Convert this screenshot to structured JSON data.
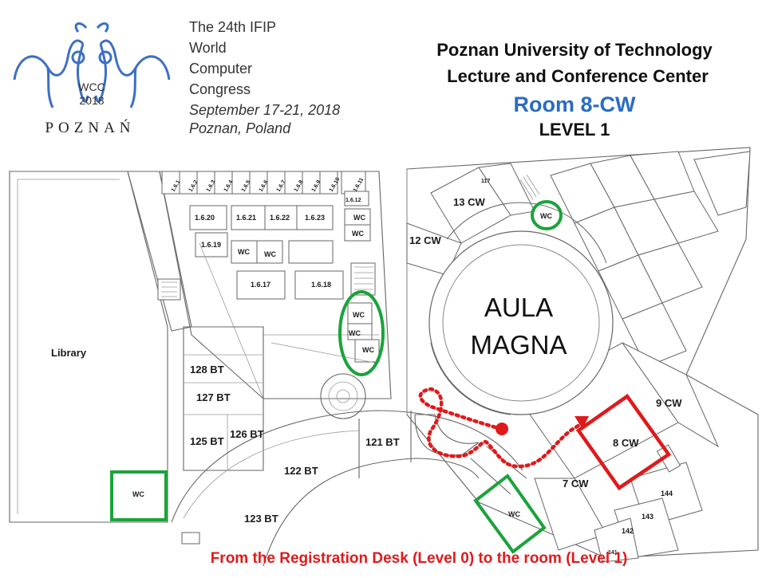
{
  "event": {
    "logo_wordmark": "WCC",
    "logo_year": "2018",
    "logo_city": "POZNAŃ",
    "lines": [
      "The 24th IFIP",
      "World",
      "Computer",
      "Congress",
      "September 17-21, 2018",
      "Poznan, Poland"
    ]
  },
  "venue": {
    "line1": "Poznan University of Technology",
    "line2": "Lecture and Conference Center",
    "room": "Room 8-CW",
    "level": "LEVEL 1"
  },
  "rooms": {
    "library": "Library",
    "aula1": "AULA",
    "aula2": "MAGNA",
    "r13cw": "13 CW",
    "r12cw": "12 CW",
    "r117": "117",
    "r9cw": "9 CW",
    "r8cw": "8 CW",
    "r7cw": "7 CW",
    "r144": "144",
    "r143": "143",
    "r142": "142",
    "r141": "141",
    "r128bt": "128 BT",
    "r127bt": "127 BT",
    "r125bt": "125 BT",
    "r126bt": "126 BT",
    "r122bt": "122 BT",
    "r121bt": "121 BT",
    "r123bt": "123 BT",
    "r1620": "1.6.20",
    "r1621": "1.6.21",
    "r1622": "1.6.22",
    "r1623": "1.6.23",
    "r1619": "1.6.19",
    "r1617": "1.6.17",
    "r1618": "1.6.18",
    "r1612": "1.6.12",
    "top_row": [
      "1.6.1",
      "1.6.2",
      "1.6.3",
      "1.6.4",
      "1.6.5",
      "1.6.6",
      "1.6.7",
      "1.6.8",
      "1.6.9",
      "1.6.10",
      "1.6.11"
    ]
  },
  "wc_label": "WC",
  "caption": "From the Registration Desk (Level 0) to the room (Level 1)",
  "colors": {
    "title_blue": "#2a6cc4",
    "route_red": "#e0191b",
    "wc_green": "#1aa33a",
    "logo_blue": "#3d6fc4"
  }
}
